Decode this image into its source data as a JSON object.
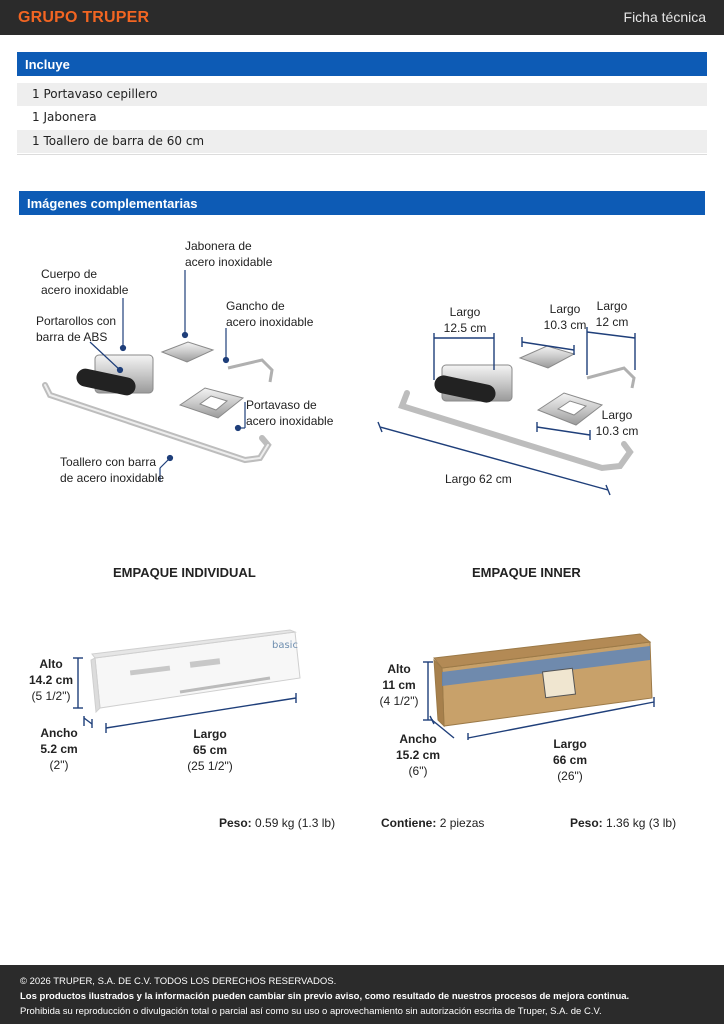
{
  "header": {
    "brand": "GRUPO TRUPER",
    "doc_type": "Ficha técnica"
  },
  "includes": {
    "title": "Incluye",
    "items": [
      "1 Portavaso cepillero",
      "1 Jabonera",
      "1 Toallero de barra de 60 cm"
    ]
  },
  "images_section": {
    "title": "Imágenes complementarias"
  },
  "parts_diagram": {
    "labels": {
      "jabonera": [
        "Jabonera de",
        "acero inoxidable"
      ],
      "cuerpo": [
        "Cuerpo de",
        "acero inoxidable"
      ],
      "gancho": [
        "Gancho de",
        "acero inoxidable"
      ],
      "portarollos": [
        "Portarollos con",
        "barra de ABS"
      ],
      "portavaso": [
        "Portavaso de",
        "acero inoxidable"
      ],
      "toallero": [
        "Toallero con barra",
        "de acero inoxidable"
      ]
    }
  },
  "dimensions_diagram": {
    "labels": {
      "holder": [
        "Largo",
        "12.5 cm"
      ],
      "soap": [
        "Largo",
        "10.3 cm"
      ],
      "hook": [
        "Largo",
        "12 cm"
      ],
      "cup": [
        "Largo",
        "10.3 cm"
      ],
      "bar": "Largo 62 cm"
    }
  },
  "packages": {
    "individual": {
      "title": "EMPAQUE INDIVIDUAL",
      "alto": [
        "Alto",
        "14.2 cm",
        "(5 1/2\")"
      ],
      "ancho": [
        "Ancho",
        "5.2 cm",
        "(2\")"
      ],
      "largo": [
        "Largo",
        "65 cm",
        "(25 1/2\")"
      ],
      "box_brand": "basic",
      "weight_label": "Peso:",
      "weight_value": "0.59 kg (1.3 lb)"
    },
    "inner": {
      "title": "EMPAQUE INNER",
      "alto": [
        "Alto",
        "11 cm",
        "(4 1/2\")"
      ],
      "ancho": [
        "Ancho",
        "15.2 cm",
        "(6\")"
      ],
      "largo": [
        "Largo",
        "66 cm",
        "(26\")"
      ],
      "contains_label": "Contiene:",
      "contains_value": "2 piezas",
      "weight_label": "Peso:",
      "weight_value": "1.36 kg (3 lb)"
    }
  },
  "footer": {
    "copyright": "© 2026 TRUPER, S.A. DE C.V. TODOS LOS DERECHOS RESERVADOS.",
    "notice": "Los productos ilustrados y la información pueden cambiar sin previo aviso, como resultado de nuestros procesos de mejora continua.",
    "prohibition": "Prohibida su reproducción o divulgación total o parcial así como su uso o aprovechamiento sin autorización escrita de Truper, S.A. de C.V."
  },
  "colors": {
    "accent_blue": "#0d5bb5",
    "brand_orange": "#f26522",
    "dim_line": "#1f3f7a",
    "bar_dark": "#2b2b2b"
  }
}
